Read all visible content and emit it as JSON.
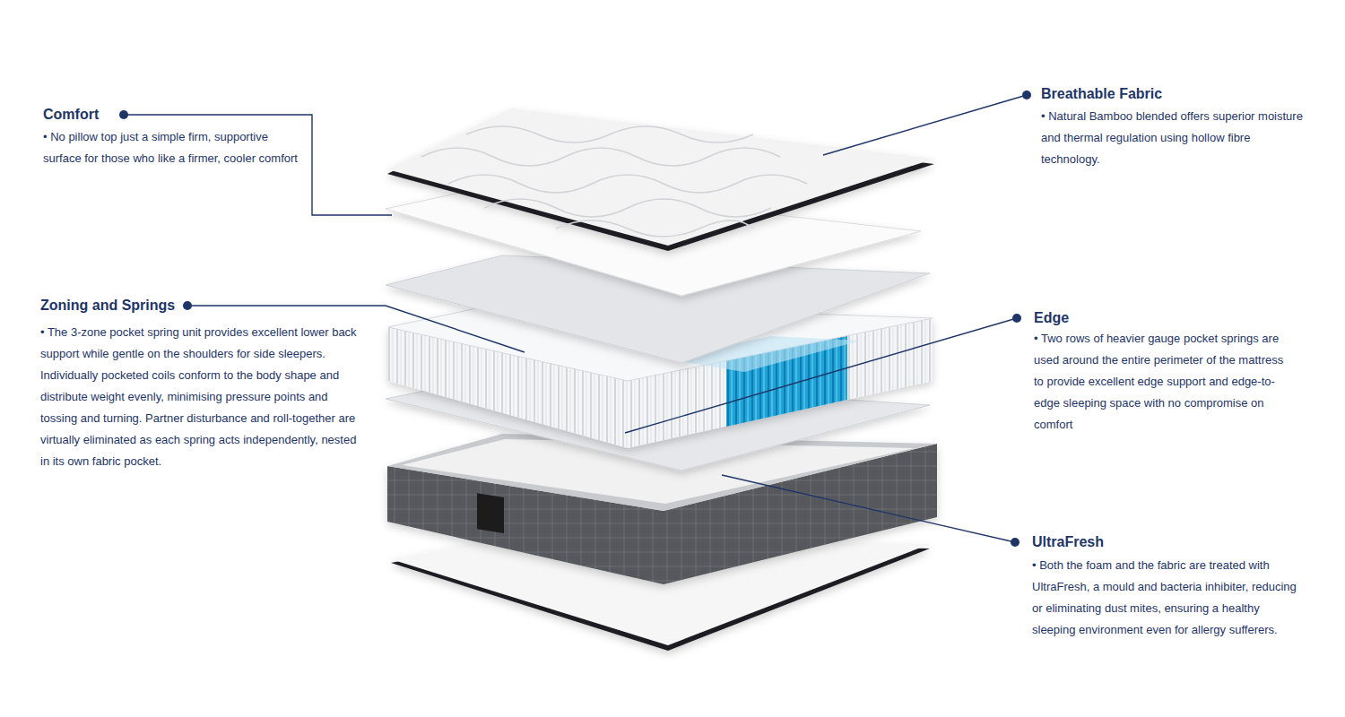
{
  "diagram": {
    "labels": [
      "Comfort",
      "• No pillow top just a simple firm, supportive surface for those who like a firmer, cooler comfort",
      "Breathable Fabric",
      "• Natural Bamboo blended offers superior moisture and thermal regulation using hollow fibre technology.",
      "Zoning and Springs",
      "• The 3-zone pocket spring unit provides excellent lower back support while gentle on the shoulders for side sleepers. Individually pocketed coils conform to the body shape and distribute weight evenly, minimising pressure points and tossing and turning. Partner disturbance and roll-together are virtually eliminated as each spring acts independently, nested in its own fabric pocket.",
      "Edge",
      "• Two rows of heavier gauge pocket springs are used around the entire perimeter of the mattress to provide excellent edge support and edge-to-edge sleeping space with no compromise on comfort",
      "UltraFresh",
      "• Both the foam and the fabric are treated with UltraFresh, a mould and bacteria inhibiter, reducing or eliminating dust mites, ensuring a healthy sleeping environment even for allergy sufferers."
    ]
  }
}
